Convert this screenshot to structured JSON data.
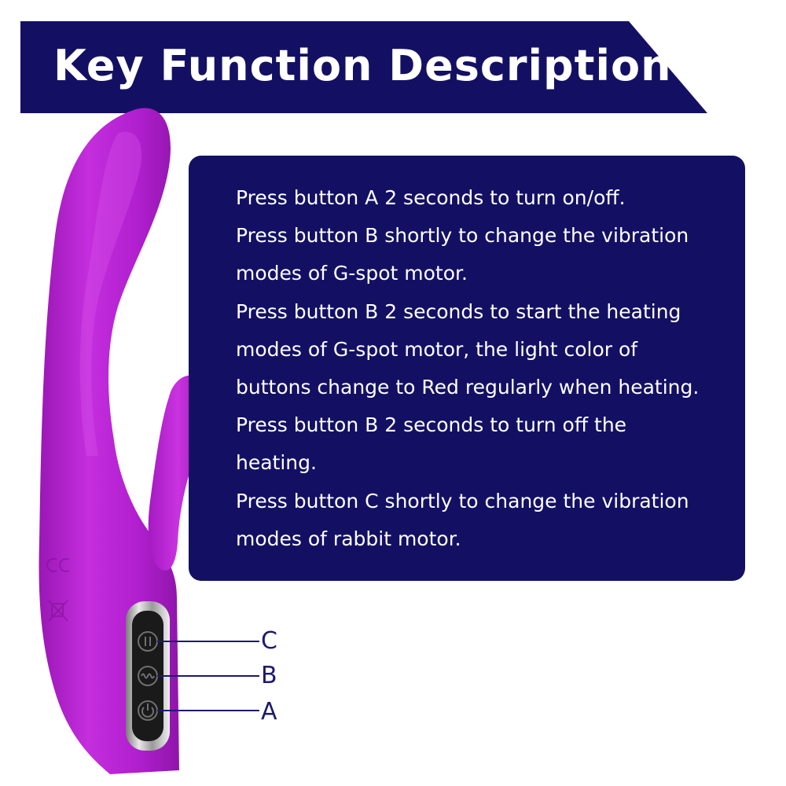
{
  "banner": {
    "title": "Key Function Description",
    "color": "#131064"
  },
  "description": {
    "lines": [
      "Press button A 2 seconds to turn on/off.",
      "Press button B shortly to change the vibration",
      "modes of G-spot motor.",
      "Press button B 2 seconds to start the heating",
      "modes of G-spot motor, the light color of",
      "buttons change to Red regularly when heating.",
      "Press button B 2 seconds to turn off the",
      "heating.",
      "Press button  C shortly to change the vibration",
      "modes of rabbit motor."
    ]
  },
  "callouts": {
    "c": "C",
    "b": "B",
    "a": "A"
  },
  "product": {
    "body_color": "#b91fd6",
    "highlight_color": "#d64ae8",
    "panel_color": "#1a1a1a",
    "icons": [
      "rabbit-mode-icon",
      "vibration-wave-icon",
      "power-icon"
    ]
  }
}
